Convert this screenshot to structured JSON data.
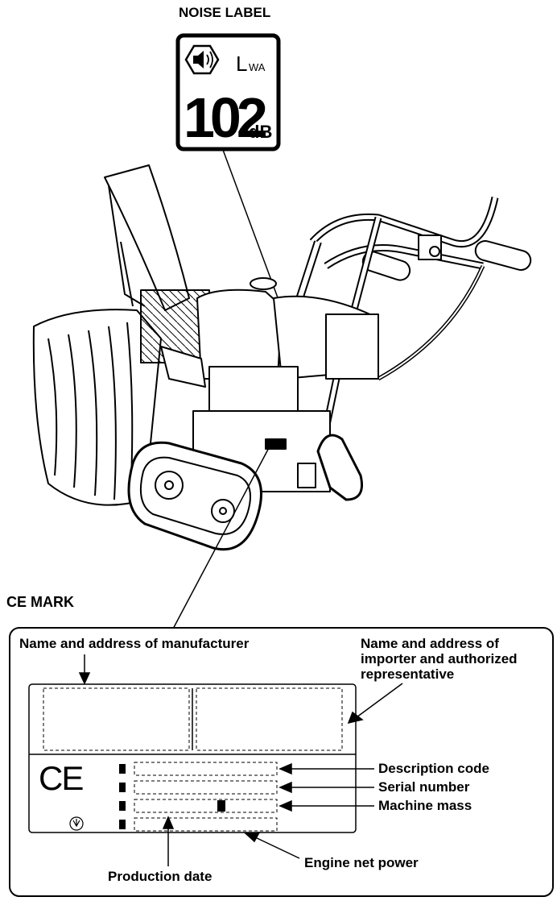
{
  "noise_label": {
    "heading": "NOISE LABEL",
    "symbol": "L",
    "symbol_sub": "WA",
    "value": "102",
    "unit": "dB",
    "icon": "speaker-icon"
  },
  "ce_mark": {
    "heading": "CE MARK",
    "ce_symbol": "CE",
    "labels": {
      "manufacturer": "Name and address of manufacturer",
      "importer_line1": "Name and address of",
      "importer_line2": "importer and authorized",
      "importer_line3": "representative",
      "description_code": "Description code",
      "serial_number": "Serial number",
      "machine_mass": "Machine mass",
      "engine_net_power": "Engine net power",
      "production_date": "Production date"
    }
  },
  "illustration": {
    "subject": "snow blower with tracks"
  }
}
